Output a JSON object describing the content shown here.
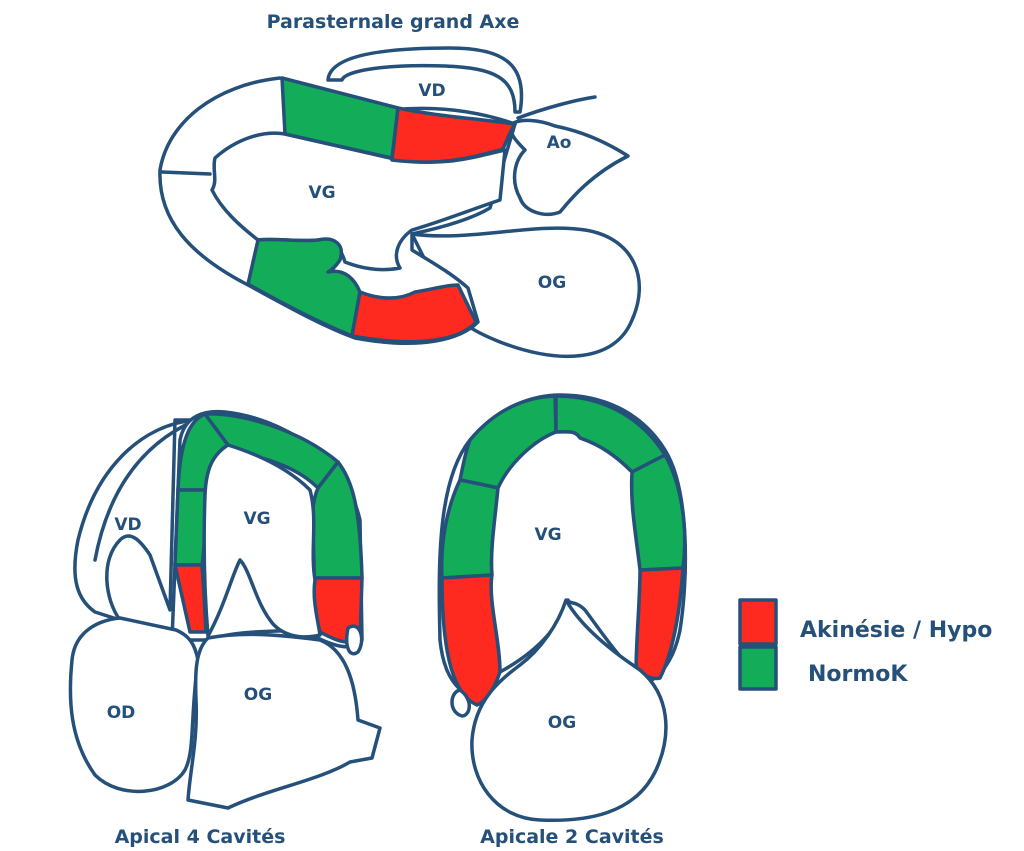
{
  "views": {
    "plax": {
      "title": "Parasternale grand Axe",
      "labels": {
        "vd": "VD",
        "ao": "Ao",
        "vg": "VG",
        "og": "OG"
      }
    },
    "a4c": {
      "title": "Apical 4 Cavités",
      "labels": {
        "vd": "VD",
        "vg": "VG",
        "od": "OD",
        "og": "OG"
      }
    },
    "a2c": {
      "title": "Apicale 2 Cavités",
      "labels": {
        "vg": "VG",
        "og": "OG"
      }
    }
  },
  "legend": {
    "items": [
      {
        "label": "Akinésie / Hypo",
        "color": "#ff2a1f"
      },
      {
        "label": "NormoK",
        "color": "#13ad5a"
      }
    ]
  },
  "colors": {
    "akinesia": "#ff2a1f",
    "normo": "#13ad5a",
    "outline": "#25507a"
  }
}
